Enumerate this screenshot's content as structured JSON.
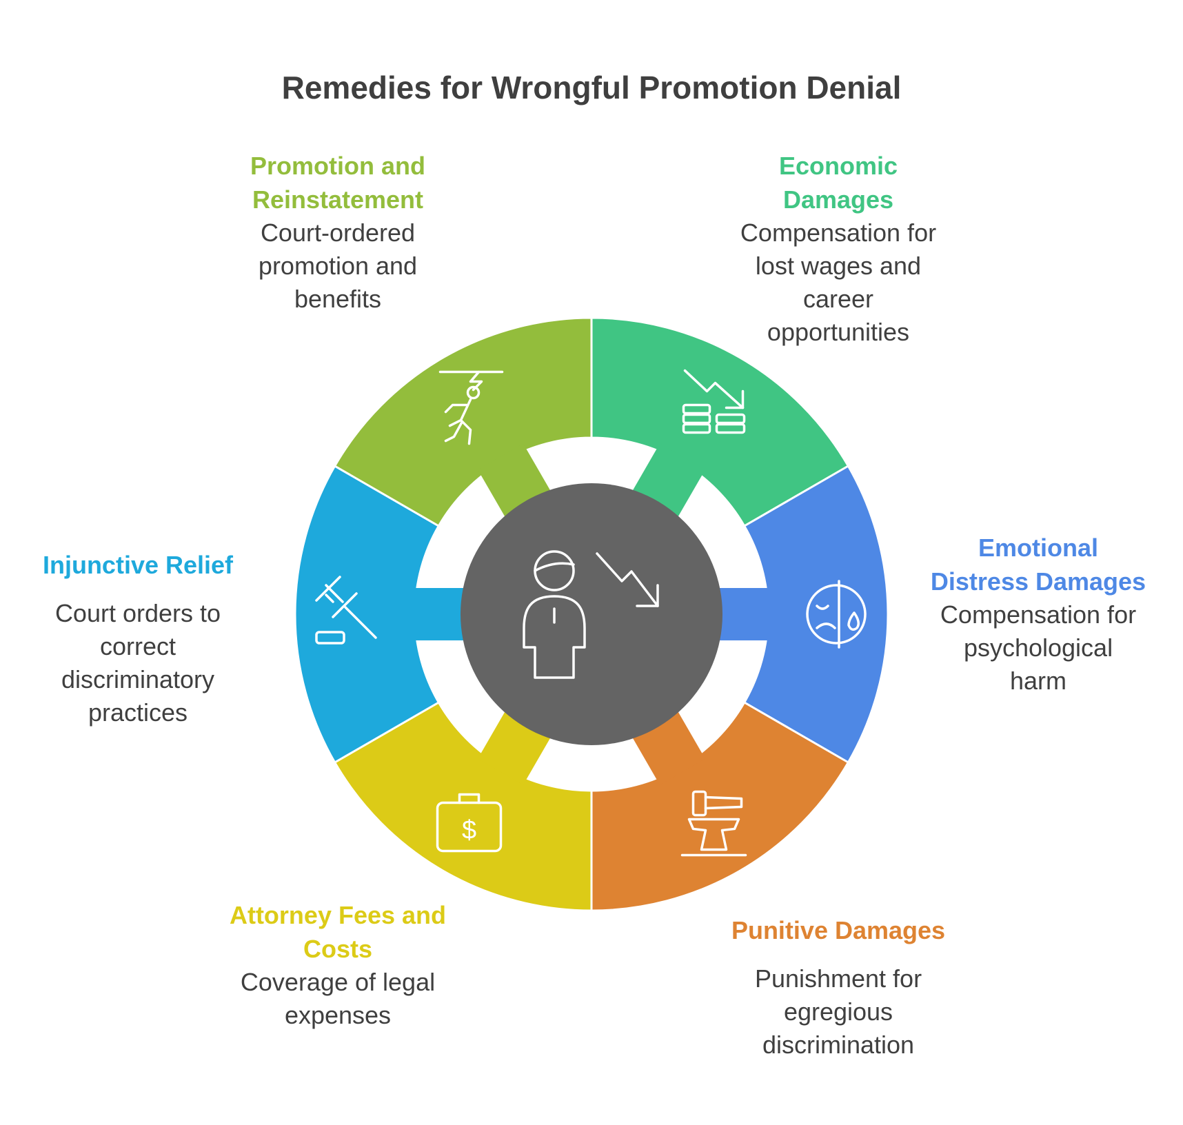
{
  "title": "Remedies for Wrongful Promotion Denial",
  "center": {
    "color": "#646464",
    "icon": "person-decline-icon"
  },
  "segments": [
    {
      "title": "Economic Damages",
      "title_lines": [
        "Economic",
        "Damages"
      ],
      "desc_lines": [
        "Compensation for",
        "lost wages and",
        "career",
        "opportunities"
      ],
      "color": "#40C583",
      "icon": "coins-decline-icon"
    },
    {
      "title": "Emotional Distress Damages",
      "title_lines": [
        "Emotional",
        "Distress Damages"
      ],
      "desc_lines": [
        "Compensation for",
        "psychological",
        "harm"
      ],
      "color": "#4E88E5",
      "icon": "sad-face-tear-icon"
    },
    {
      "title": "Punitive Damages",
      "title_lines": [
        "Punitive Damages"
      ],
      "desc_lines": [
        "Punishment for",
        "egregious",
        "discrimination"
      ],
      "color": "#DE8332",
      "icon": "hammer-anvil-icon"
    },
    {
      "title": "Attorney Fees and Costs",
      "title_lines": [
        "Attorney Fees and",
        "Costs"
      ],
      "desc_lines": [
        "Coverage of legal",
        "expenses"
      ],
      "color": "#DCCB17",
      "icon": "money-bag-icon"
    },
    {
      "title": "Injunctive Relief",
      "title_lines": [
        "Injunctive Relief"
      ],
      "desc_lines": [
        "Court orders to",
        "correct",
        "discriminatory",
        "practices"
      ],
      "color": "#1EA9DC",
      "icon": "gavel-icon"
    },
    {
      "title": "Promotion and Reinstatement",
      "title_lines": [
        "Promotion and",
        "Reinstatement"
      ],
      "desc_lines": [
        "Court-ordered",
        "promotion and",
        "benefits"
      ],
      "color": "#93BD3C",
      "icon": "climbing-person-icon"
    }
  ]
}
